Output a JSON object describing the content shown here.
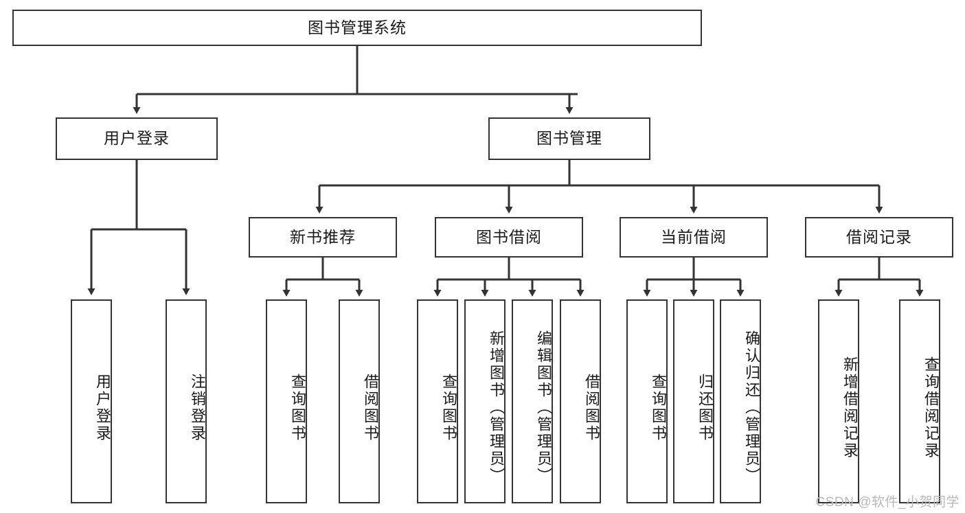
{
  "diagram": {
    "title": "图书管理系统",
    "type": "tree-hierarchy",
    "root": {
      "label": "图书管理系统"
    },
    "level2": [
      {
        "label": "用户登录"
      },
      {
        "label": "图书管理"
      }
    ],
    "level3": [
      {
        "label": "新书推荐"
      },
      {
        "label": "图书借阅"
      },
      {
        "label": "当前借阅"
      },
      {
        "label": "借阅记录"
      }
    ],
    "leaves": {
      "user_login": [
        {
          "label": "用户登录"
        },
        {
          "label": "注销登录"
        }
      ],
      "new_book_recommend": [
        {
          "label": "查询图书"
        },
        {
          "label": "借阅图书"
        }
      ],
      "book_borrow": [
        {
          "label": "查询图书"
        },
        {
          "label": "新增图书（管理员）"
        },
        {
          "label": "编辑图书（管理员）"
        },
        {
          "label": "借阅图书"
        }
      ],
      "current_borrow": [
        {
          "label": "查询图书"
        },
        {
          "label": "归还图书"
        },
        {
          "label": "确认归还（管理员）"
        }
      ],
      "borrow_records": [
        {
          "label": "新增借阅记录"
        },
        {
          "label": "查询借阅记录"
        }
      ]
    }
  },
  "watermark": {
    "text": "CSDN @软件_小贺同学"
  },
  "colors": {
    "stroke": "#333333",
    "background": "#ffffff",
    "text": "#1a1a1a",
    "watermark": "#b8b8b8"
  }
}
